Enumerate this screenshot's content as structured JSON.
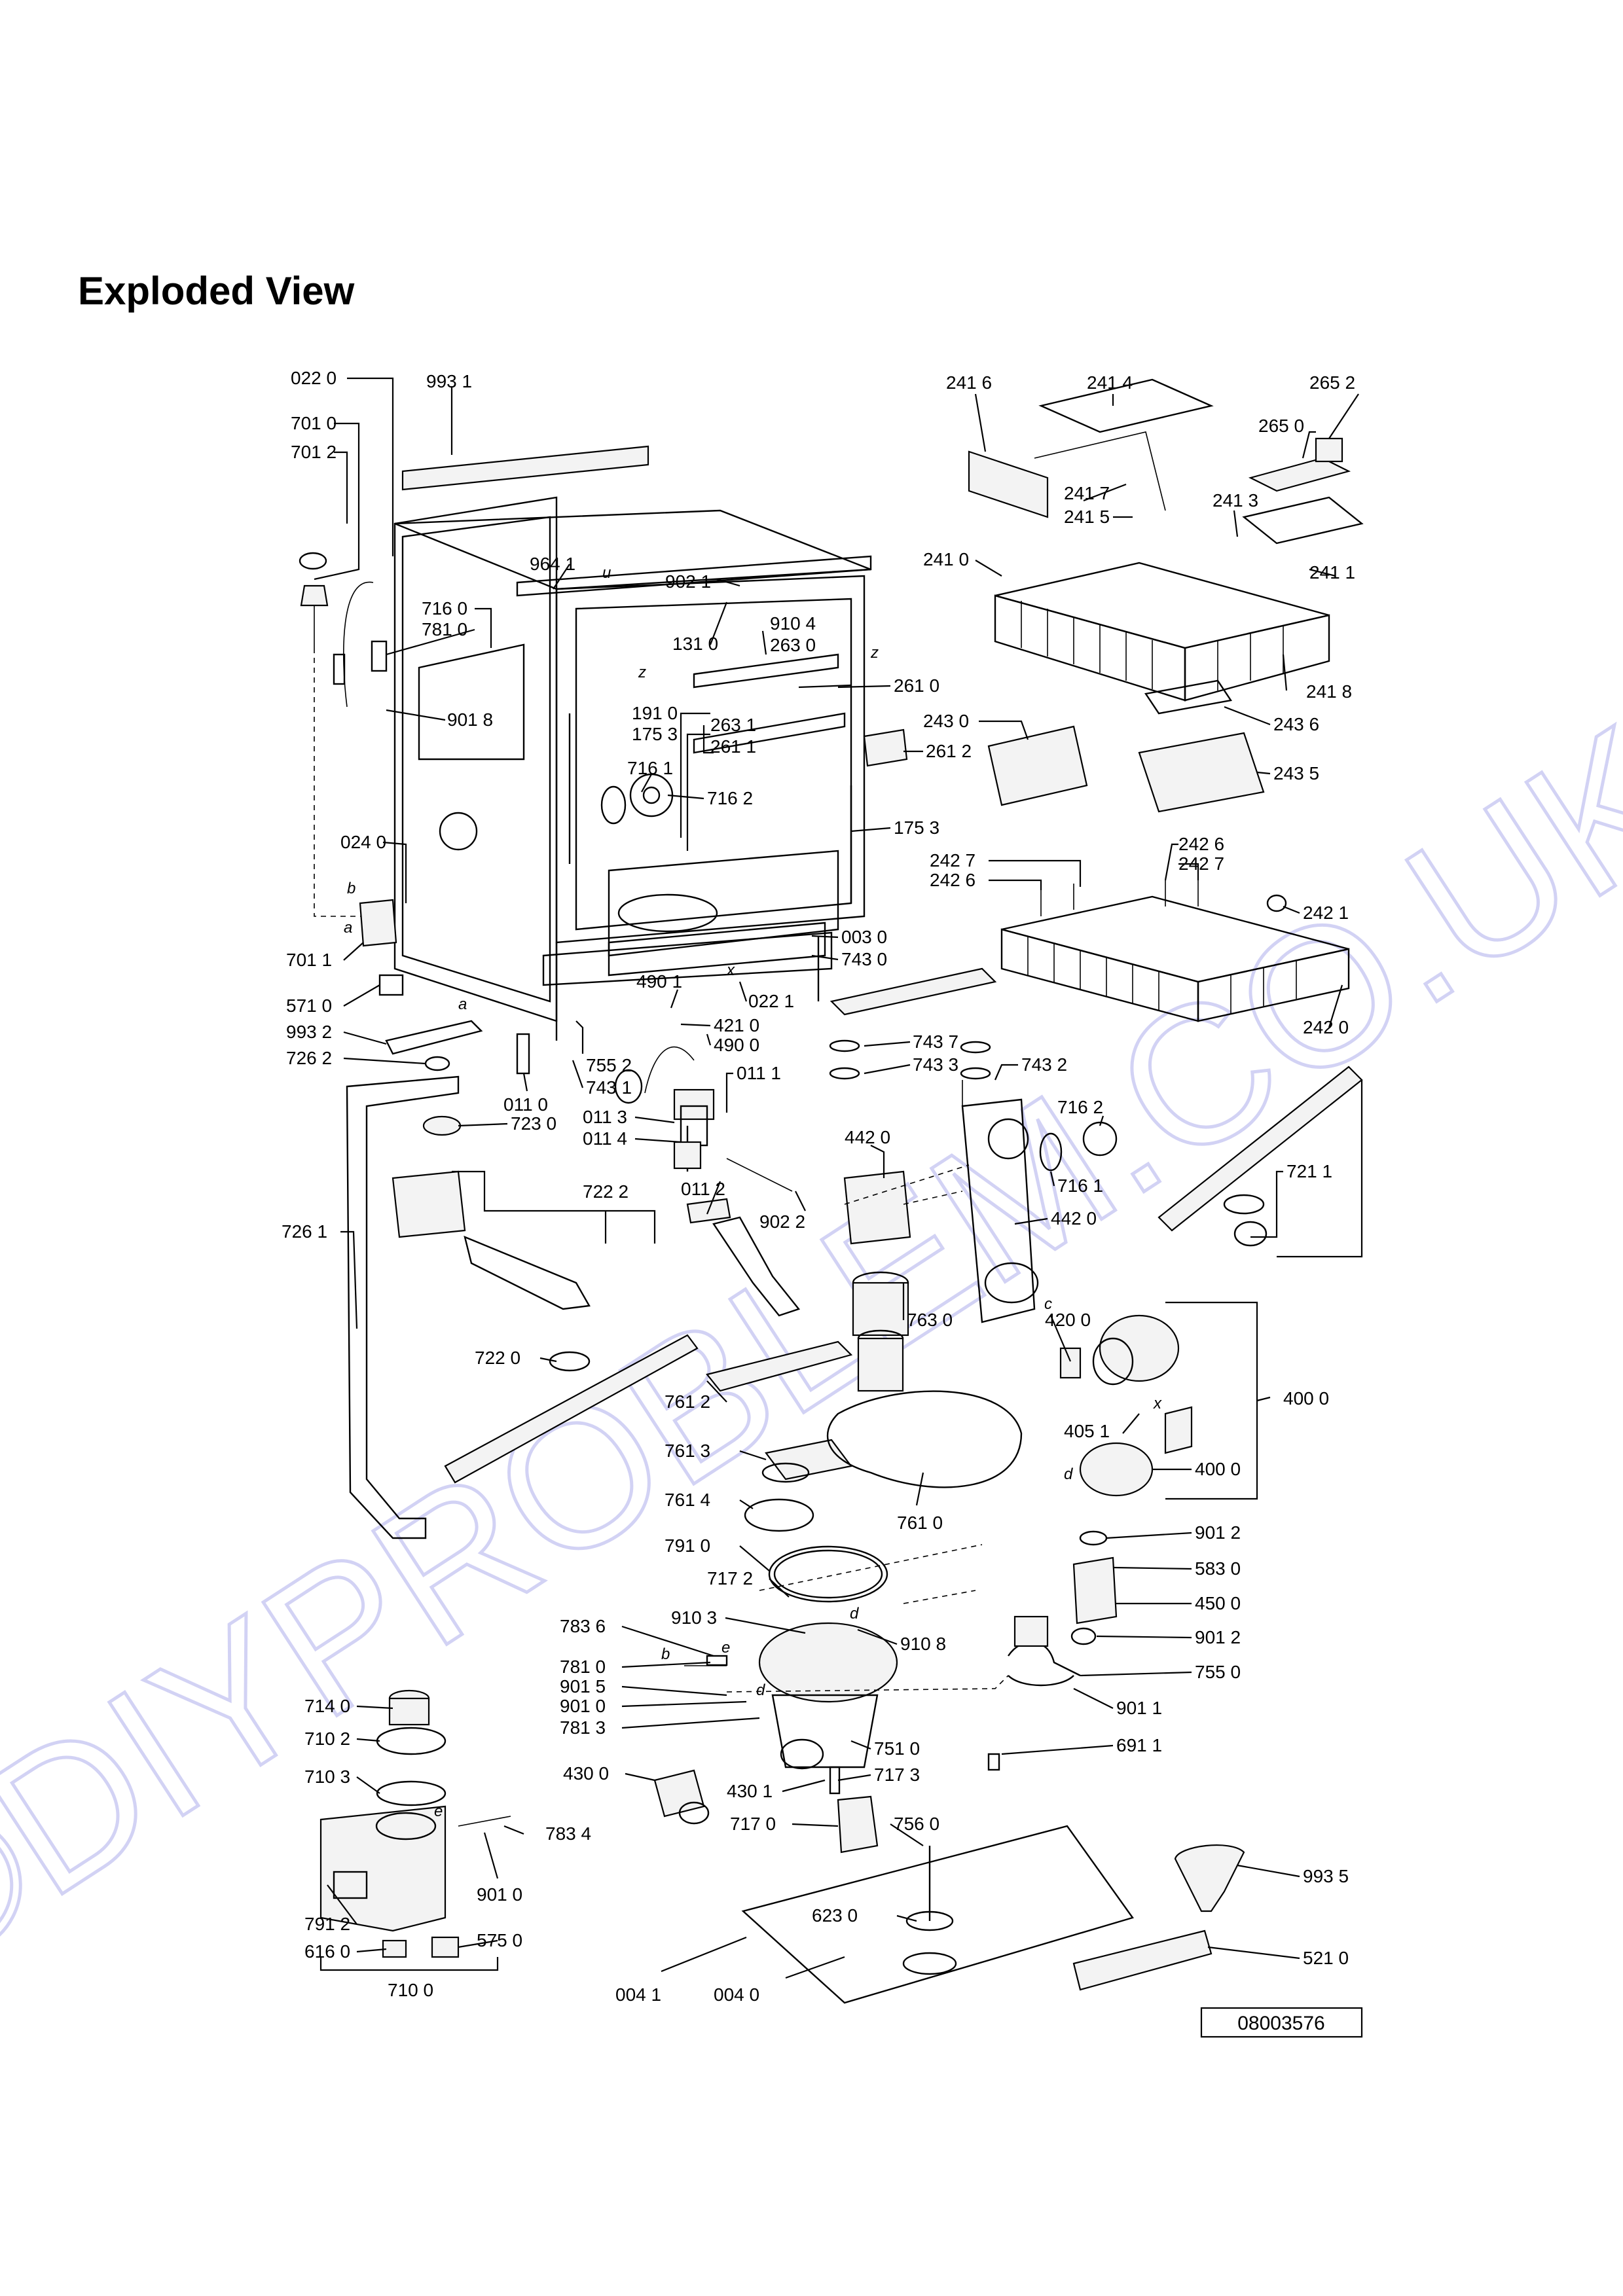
{
  "title": "Exploded View",
  "reference_number": "08003576",
  "watermark": "©DIYPROBLEM.CO.UK",
  "labels": [
    {
      "id": "022-0",
      "text": "022 0"
    },
    {
      "id": "993-1",
      "text": "993 1"
    },
    {
      "id": "701-0",
      "text": "701 0"
    },
    {
      "id": "701-2",
      "text": "701 2"
    },
    {
      "id": "716-0",
      "text": "716 0"
    },
    {
      "id": "781-0-top",
      "text": "781 0"
    },
    {
      "id": "901-8",
      "text": "901 8"
    },
    {
      "id": "964-1",
      "text": "964 1"
    },
    {
      "id": "902-1",
      "text": "902 1"
    },
    {
      "id": "131-0",
      "text": "131 0"
    },
    {
      "id": "910-4",
      "text": "910 4"
    },
    {
      "id": "263-0",
      "text": "263 0"
    },
    {
      "id": "191-0",
      "text": "191 0"
    },
    {
      "id": "175-3-a",
      "text": "175 3"
    },
    {
      "id": "261-0",
      "text": "261 0"
    },
    {
      "id": "263-1",
      "text": "263 1"
    },
    {
      "id": "261-1",
      "text": "261 1"
    },
    {
      "id": "261-2",
      "text": "261 2"
    },
    {
      "id": "716-1-a",
      "text": "716 1"
    },
    {
      "id": "716-2-a",
      "text": "716 2"
    },
    {
      "id": "175-3-b",
      "text": "175 3"
    },
    {
      "id": "024-0",
      "text": "024 0"
    },
    {
      "id": "701-1",
      "text": "701 1"
    },
    {
      "id": "571-0",
      "text": "571 0"
    },
    {
      "id": "993-2",
      "text": "993 2"
    },
    {
      "id": "726-2",
      "text": "726 2"
    },
    {
      "id": "011-0",
      "text": "011 0"
    },
    {
      "id": "723-0",
      "text": "723 0"
    },
    {
      "id": "003-0",
      "text": "003 0"
    },
    {
      "id": "743-0",
      "text": "743 0"
    },
    {
      "id": "490-1",
      "text": "490 1"
    },
    {
      "id": "022-1",
      "text": "022 1"
    },
    {
      "id": "421-0",
      "text": "421 0"
    },
    {
      "id": "490-0",
      "text": "490 0"
    },
    {
      "id": "755-2",
      "text": "755 2"
    },
    {
      "id": "743-1",
      "text": "743 1"
    },
    {
      "id": "011-1",
      "text": "011 1"
    },
    {
      "id": "011-3",
      "text": "011 3"
    },
    {
      "id": "011-4",
      "text": "011 4"
    },
    {
      "id": "011-2",
      "text": "011 2"
    },
    {
      "id": "902-2",
      "text": "902 2"
    },
    {
      "id": "743-7",
      "text": "743 7"
    },
    {
      "id": "743-3",
      "text": "743 3"
    },
    {
      "id": "743-2",
      "text": "743 2"
    },
    {
      "id": "716-2-b",
      "text": "716 2"
    },
    {
      "id": "716-1-b",
      "text": "716 1"
    },
    {
      "id": "442-0-a",
      "text": "442 0"
    },
    {
      "id": "442-0-b",
      "text": "442 0"
    },
    {
      "id": "726-1",
      "text": "726 1"
    },
    {
      "id": "722-2",
      "text": "722 2"
    },
    {
      "id": "722-0",
      "text": "722 0"
    },
    {
      "id": "763-0",
      "text": "763 0"
    },
    {
      "id": "761-2",
      "text": "761 2"
    },
    {
      "id": "761-3",
      "text": "761 3"
    },
    {
      "id": "761-4",
      "text": "761 4"
    },
    {
      "id": "761-0",
      "text": "761 0"
    },
    {
      "id": "791-0",
      "text": "791 0"
    },
    {
      "id": "717-2",
      "text": "717 2"
    },
    {
      "id": "910-3",
      "text": "910 3"
    },
    {
      "id": "910-8",
      "text": "910 8"
    },
    {
      "id": "783-6",
      "text": "783 6"
    },
    {
      "id": "781-0-b",
      "text": "781 0"
    },
    {
      "id": "901-5",
      "text": "901 5"
    },
    {
      "id": "901-0-a",
      "text": "901 0"
    },
    {
      "id": "781-3",
      "text": "781 3"
    },
    {
      "id": "751-0",
      "text": "751 0"
    },
    {
      "id": "430-0",
      "text": "430 0"
    },
    {
      "id": "430-1",
      "text": "430 1"
    },
    {
      "id": "717-3",
      "text": "717 3"
    },
    {
      "id": "717-0",
      "text": "717 0"
    },
    {
      "id": "756-0",
      "text": "756 0"
    },
    {
      "id": "623-0",
      "text": "623 0"
    },
    {
      "id": "004-1",
      "text": "004 1"
    },
    {
      "id": "004-0",
      "text": "004 0"
    },
    {
      "id": "714-0",
      "text": "714 0"
    },
    {
      "id": "710-2",
      "text": "710 2"
    },
    {
      "id": "710-3",
      "text": "710 3"
    },
    {
      "id": "783-4",
      "text": "783 4"
    },
    {
      "id": "901-0-b",
      "text": "901 0"
    },
    {
      "id": "791-2",
      "text": "791 2"
    },
    {
      "id": "616-0",
      "text": "616 0"
    },
    {
      "id": "575-0",
      "text": "575 0"
    },
    {
      "id": "710-0",
      "text": "710 0"
    },
    {
      "id": "241-6",
      "text": "241 6"
    },
    {
      "id": "241-4",
      "text": "241 4"
    },
    {
      "id": "265-2",
      "text": "265 2"
    },
    {
      "id": "265-0",
      "text": "265 0"
    },
    {
      "id": "241-7",
      "text": "241 7"
    },
    {
      "id": "241-5",
      "text": "241 5"
    },
    {
      "id": "241-3",
      "text": "241 3"
    },
    {
      "id": "241-0",
      "text": "241 0"
    },
    {
      "id": "241-1",
      "text": "241 1"
    },
    {
      "id": "241-8",
      "text": "241 8"
    },
    {
      "id": "243-0",
      "text": "243 0"
    },
    {
      "id": "243-6",
      "text": "243 6"
    },
    {
      "id": "243-5",
      "text": "243 5"
    },
    {
      "id": "242-6-a",
      "text": "242 6"
    },
    {
      "id": "242-7-a",
      "text": "242 7"
    },
    {
      "id": "242-7-b",
      "text": "242 7"
    },
    {
      "id": "242-6-b",
      "text": "242 6"
    },
    {
      "id": "242-1",
      "text": "242 1"
    },
    {
      "id": "242-0",
      "text": "242 0"
    },
    {
      "id": "721-1",
      "text": "721 1"
    },
    {
      "id": "420-0",
      "text": "420 0"
    },
    {
      "id": "405-1",
      "text": "405 1"
    },
    {
      "id": "400-0-a",
      "text": "400 0"
    },
    {
      "id": "400-0-b",
      "text": "400 0"
    },
    {
      "id": "901-2-a",
      "text": "901 2"
    },
    {
      "id": "583-0",
      "text": "583 0"
    },
    {
      "id": "450-0",
      "text": "450 0"
    },
    {
      "id": "901-2-b",
      "text": "901 2"
    },
    {
      "id": "755-0",
      "text": "755 0"
    },
    {
      "id": "901-1",
      "text": "901 1"
    },
    {
      "id": "691-1",
      "text": "691 1"
    },
    {
      "id": "993-5",
      "text": "993 5"
    },
    {
      "id": "521-0",
      "text": "521 0"
    }
  ],
  "small_letters": [
    "u",
    "z",
    "z",
    "b",
    "a",
    "a",
    "x",
    "c",
    "d",
    "x",
    "d",
    "b",
    "e",
    "d",
    "e"
  ]
}
